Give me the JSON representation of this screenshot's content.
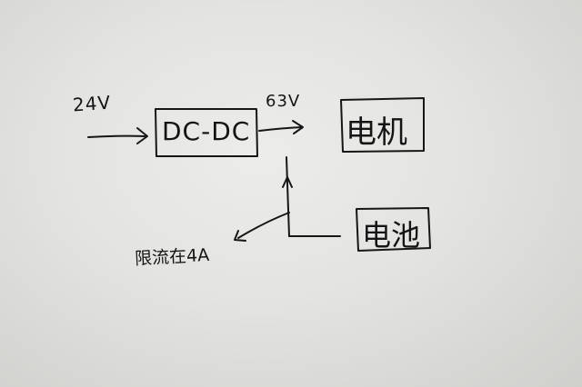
{
  "diagram": {
    "input_voltage": "24V",
    "output_voltage": "63V",
    "converter_label": "DC-DC",
    "motor_label": "电机",
    "battery_label": "电池",
    "current_limit_label": "限流在4A"
  },
  "colors": {
    "paper": "#e6e6e4",
    "ink": "#151515"
  }
}
